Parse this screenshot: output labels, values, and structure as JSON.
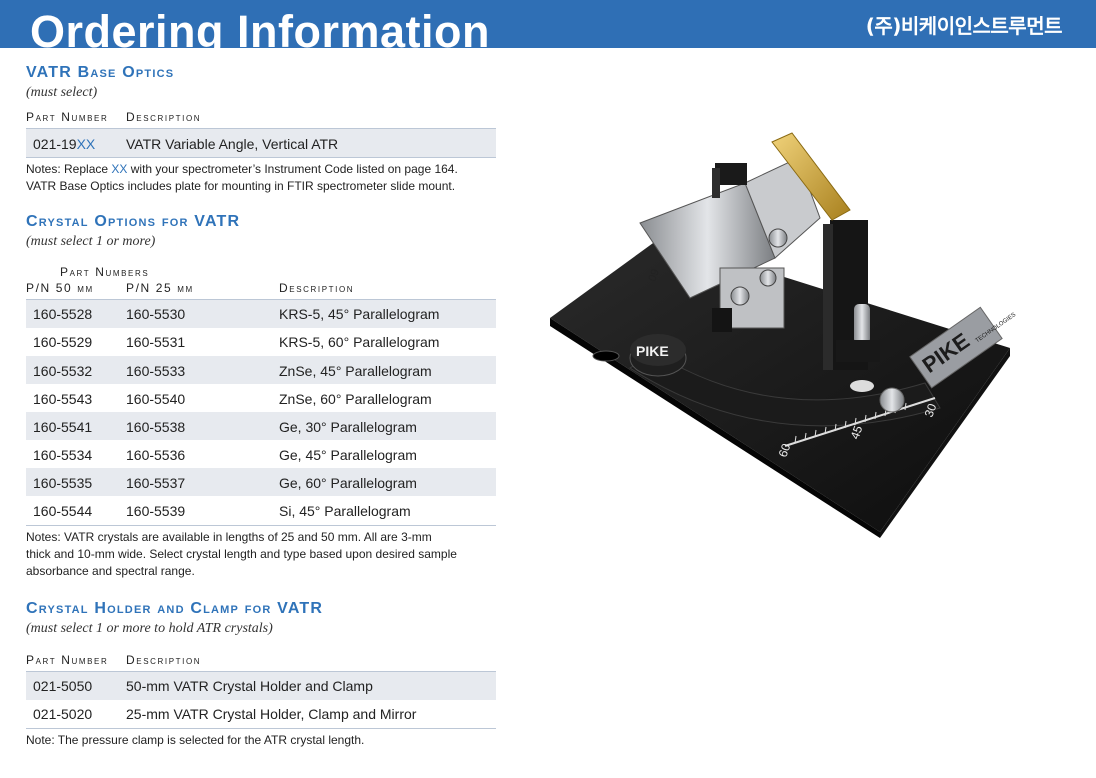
{
  "header": {
    "title": "Ordering Information",
    "company": "(주)비케이인스트루먼트"
  },
  "base_optics": {
    "title": "VATR Base Optics",
    "subtitle": "(must select)",
    "col_part": "Part Number",
    "col_desc": "Description",
    "rows": [
      {
        "part_prefix": "021-19",
        "part_suffix": "XX",
        "desc": "VATR Variable Angle, Vertical ATR"
      }
    ],
    "notes_1_a": "Notes: Replace ",
    "notes_1_xx": "XX",
    "notes_1_b": " with your spectrometer’s Instrument Code listed on page 164.",
    "notes_2": "VATR Base Optics includes plate for mounting in FTIR spectrometer slide mount."
  },
  "crystal_options": {
    "title": "Crystal Options for VATR",
    "subtitle": "(must select 1 or more)",
    "col_group": "Part Numbers",
    "col_50": "P/N 50 mm",
    "col_25": "P/N 25 mm",
    "col_desc": "Description",
    "rows": [
      {
        "pn50": "160-5528",
        "pn25": "160-5530",
        "desc": "KRS-5, 45° Parallelogram"
      },
      {
        "pn50": "160-5529",
        "pn25": "160-5531",
        "desc": "KRS-5, 60° Parallelogram"
      },
      {
        "pn50": "160-5532",
        "pn25": "160-5533",
        "desc": "ZnSe, 45° Parallelogram"
      },
      {
        "pn50": "160-5543",
        "pn25": "160-5540",
        "desc": "ZnSe, 60° Parallelogram"
      },
      {
        "pn50": "160-5541",
        "pn25": "160-5538",
        "desc": "Ge, 30° Parallelogram"
      },
      {
        "pn50": "160-5534",
        "pn25": "160-5536",
        "desc": "Ge, 45° Parallelogram"
      },
      {
        "pn50": "160-5535",
        "pn25": "160-5537",
        "desc": "Ge, 60° Parallelogram"
      },
      {
        "pn50": "160-5544",
        "pn25": "160-5539",
        "desc": "Si, 45° Parallelogram"
      }
    ],
    "notes_1": "Notes: VATR crystals are available in lengths of 25 and 50 mm. All are 3-mm",
    "notes_2": "thick and 10-mm wide. Select crystal length and type based upon desired sample",
    "notes_3": "absorbance and spectral range."
  },
  "holder": {
    "title": "Crystal Holder and Clamp for VATR",
    "subtitle": "(must select 1 or more to hold ATR crystals)",
    "col_part": "Part Number",
    "col_desc": "Description",
    "rows": [
      {
        "part": "021-5050",
        "desc": "50-mm VATR Crystal Holder and Clamp"
      },
      {
        "part": "021-5020",
        "desc": "25-mm VATR Crystal Holder, Clamp and Mirror"
      }
    ],
    "notes": "Note: The pressure clamp is selected for the ATR crystal length."
  },
  "product_image": {
    "brand_plate": "PIKE",
    "brand_sub": "TECHNOLOGIES",
    "knob_label": "PIKE",
    "scale_labels": [
      "60",
      "45",
      "30"
    ],
    "dial_label": "60"
  },
  "colors": {
    "header_blue": "#2f6fb5",
    "accent_blue": "#2f73b9",
    "row_shade": "#e7eaef"
  }
}
